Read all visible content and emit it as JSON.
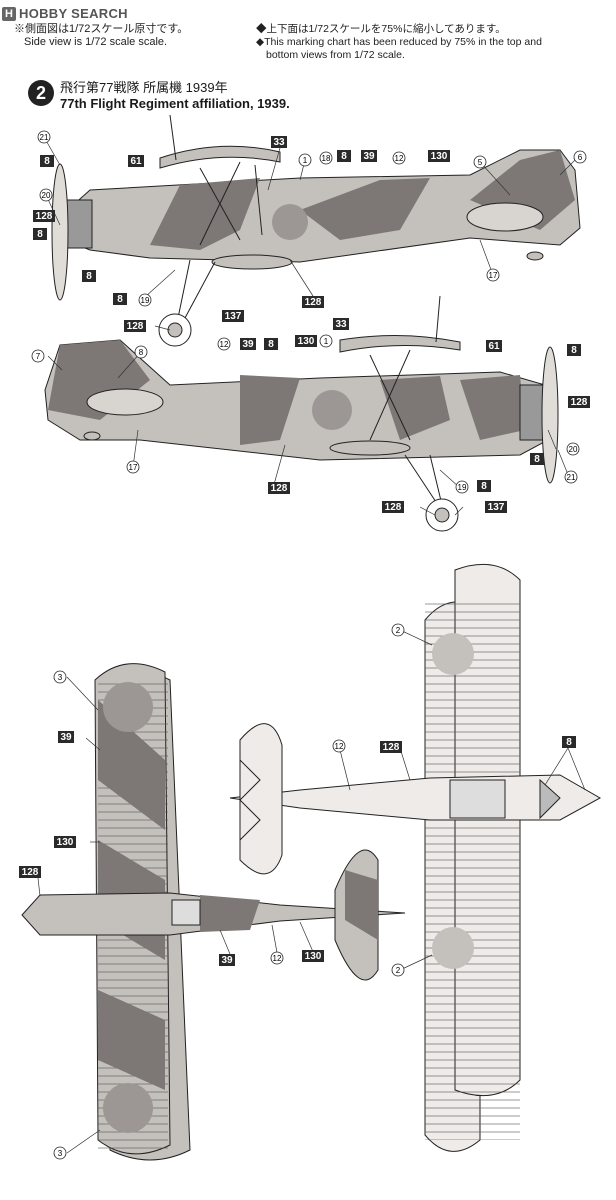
{
  "header": {
    "logo_mark": "H",
    "logo_text": "HOBBY SEARCH"
  },
  "notes": {
    "left_jp": "※側面図は1/72スケール原寸です。",
    "left_en": "Side view is 1/72 scale scale.",
    "right_jp": "◆上下面は1/72スケールを75%に縮小してあります。",
    "right_en1": "◆This marking chart has been reduced by 75% in the  top and",
    "right_en2": "bottom views from 1/72 scale."
  },
  "section": {
    "number": "2",
    "title_jp": "飛行第77戦隊 所属機 1939年",
    "title_en": "77th Flight Regiment affiliation, 1939."
  },
  "callouts": {
    "c21": "21",
    "c20": "20",
    "c19": "19",
    "c18": "18",
    "c17": "17",
    "c12": "12",
    "c7": "7",
    "c6": "6",
    "c5": "5",
    "c3": "3",
    "c2": "2",
    "c1": "1",
    "b8": "8",
    "b33": "33",
    "b39": "39",
    "b61": "61",
    "b128": "128",
    "b130": "130",
    "b137": "137"
  },
  "colors": {
    "camo_light": "#c4c0bc",
    "camo_dark": "#7d7775",
    "line": "#222222",
    "box": "#2a2a2a"
  }
}
